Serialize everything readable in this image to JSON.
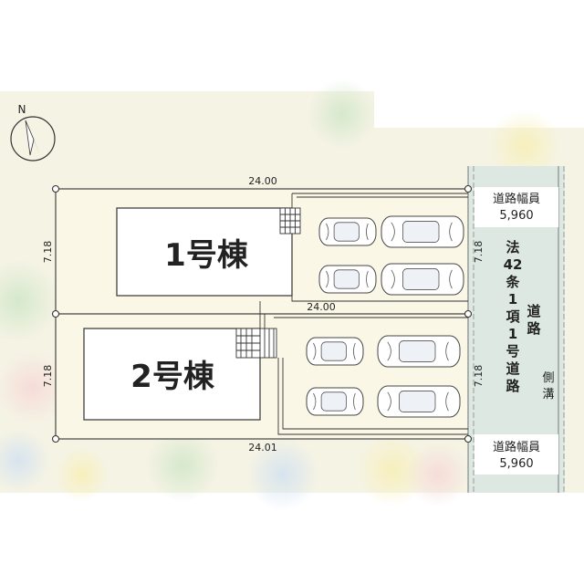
{
  "compass": {
    "north_label": "N"
  },
  "lots": {
    "top_width": "24.00",
    "middle_width": "24.00",
    "bottom_width": "24.01",
    "lot1_depth_left": "7.18",
    "lot1_depth_right": "7.18",
    "lot2_depth_left": "7.18",
    "lot2_depth_right": "7.18"
  },
  "buildings": {
    "b1_label": "1号棟",
    "b2_label": "2号棟"
  },
  "road": {
    "width_top_label": "道路幅員",
    "width_top_value": "5,960",
    "width_bottom_label": "道路幅員",
    "width_bottom_value": "5,960",
    "article_chars": [
      "法",
      "42",
      "条",
      "1",
      "項",
      "1",
      "号",
      "道",
      "路"
    ],
    "road_chars": [
      "道",
      "路"
    ],
    "gutter_chars": [
      "側",
      "溝"
    ]
  },
  "colors": {
    "lot_fill": "#fbf7e6",
    "road_fill": "#dde8e2",
    "line": "#333333"
  }
}
